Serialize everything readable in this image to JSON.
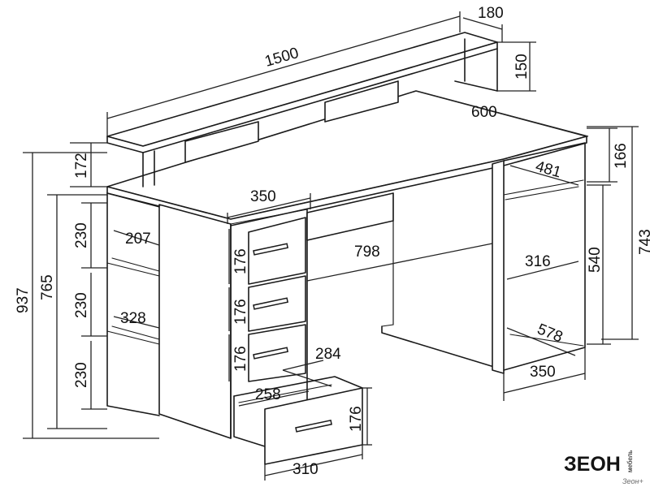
{
  "dimensions": {
    "top_width": "1500",
    "shelf_depth": "180",
    "shelf_height": "150",
    "desk_depth": "600",
    "top_gap_height": "172",
    "right_upper_height": "166",
    "right_inner_depth": "481",
    "right_total_height": "743",
    "right_inner_height": "540",
    "right_inner_width": "316",
    "right_bottom_depth": "578",
    "right_base_width": "350",
    "drawer_block_width": "350",
    "knee_width": "798",
    "left_total_height": "937",
    "left_inner_height": "765",
    "shelf_1_height": "230",
    "shelf_2_height": "230",
    "shelf_3_height": "230",
    "shelf_top_depth": "207",
    "shelf_mid_depth": "328",
    "drawer_1_height": "176",
    "drawer_2_height": "176",
    "drawer_3_height": "176",
    "drawer_4_height": "176",
    "drawer_inner_depth": "284",
    "drawer_inner_width": "258",
    "drawer_front_width": "310"
  },
  "brand": {
    "name": "ЗЕОН",
    "subtitle": "мебель",
    "tagline": "Зеон+"
  },
  "colors": {
    "line": "#1a1a1a",
    "background": "#ffffff"
  }
}
